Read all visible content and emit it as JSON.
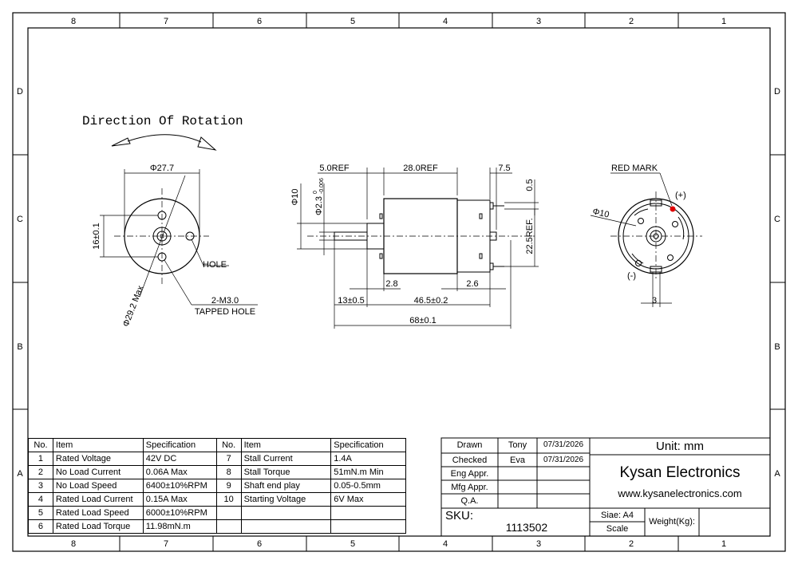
{
  "border": {
    "columns": [
      "8",
      "7",
      "6",
      "5",
      "4",
      "3",
      "2",
      "1"
    ],
    "rows": [
      "D",
      "C",
      "B",
      "A"
    ]
  },
  "rotation_label": "Direction Of Rotation",
  "front_view": {
    "diameter": "Φ27.7",
    "spacing": "16±0.1",
    "diagonal": "Φ29.2 Max",
    "hole": "HOLE",
    "tapped_line1": "2-M3.0",
    "tapped_line2": "TAPPED HOLE"
  },
  "side_view": {
    "d_5ref": "5.0REF",
    "d_28ref": "28.0REF",
    "d_7_5": "7.5",
    "d_0_5": "0.5",
    "d_phi10": "Φ10",
    "d_phi23": "Φ2.3",
    "d_phi23_tol_upper": "0",
    "d_phi23_tol_lower": "-0.006",
    "d_22_5": "22.5REF.",
    "d_2_8": "2.8",
    "d_2_6": "2.6",
    "d_13": "13±0.5",
    "d_46_5": "46.5±0.2",
    "d_68": "68±0.1"
  },
  "rear_view": {
    "red_mark": "RED MARK",
    "plus": "(+)",
    "minus": "(-)",
    "phi10": "Φ10",
    "d_3": "3",
    "mark_color": "#e00000"
  },
  "spec_table": {
    "headers": [
      "No.",
      "Item",
      "Specification",
      "No.",
      "Item",
      "Specification"
    ],
    "rows": [
      [
        "1",
        "Rated Voltage",
        "42V DC",
        "7",
        "Stall Current",
        "1.4A"
      ],
      [
        "2",
        "No Load Current",
        "0.06A Max",
        "8",
        "Stall Torque",
        "51mN.m Min"
      ],
      [
        "3",
        "No Load Speed",
        "6400±10%RPM",
        "9",
        "Shaft end play",
        "0.05-0.5mm"
      ],
      [
        "4",
        "Rated Load Current",
        "0.15A Max",
        "10",
        "Starting Voltage",
        "6V Max"
      ],
      [
        "5",
        "Rated Load Speed",
        "6000±10%RPM",
        "",
        "",
        " "
      ],
      [
        "6",
        "Rated Load Torque",
        "11.98mN.m",
        "",
        "",
        ""
      ]
    ]
  },
  "title_block": {
    "drawn_label": "Drawn",
    "drawn_name": "Tony",
    "drawn_date": "07/31/2026",
    "checked_label": "Checked",
    "checked_name": "Eva",
    "checked_date": "07/31/2026",
    "eng_label": "Eng Appr.",
    "mfg_label": "Mfg Appr.",
    "qa_label": "Q.A.",
    "unit": "Unit: mm",
    "company": "Kysan Electronics",
    "website": "www.kysanelectronics.com",
    "sku_label": "SKU:",
    "sku_value": "1113502",
    "size": "Siae: A4",
    "scale": "Scale",
    "weight": "Weight(Kg):"
  }
}
